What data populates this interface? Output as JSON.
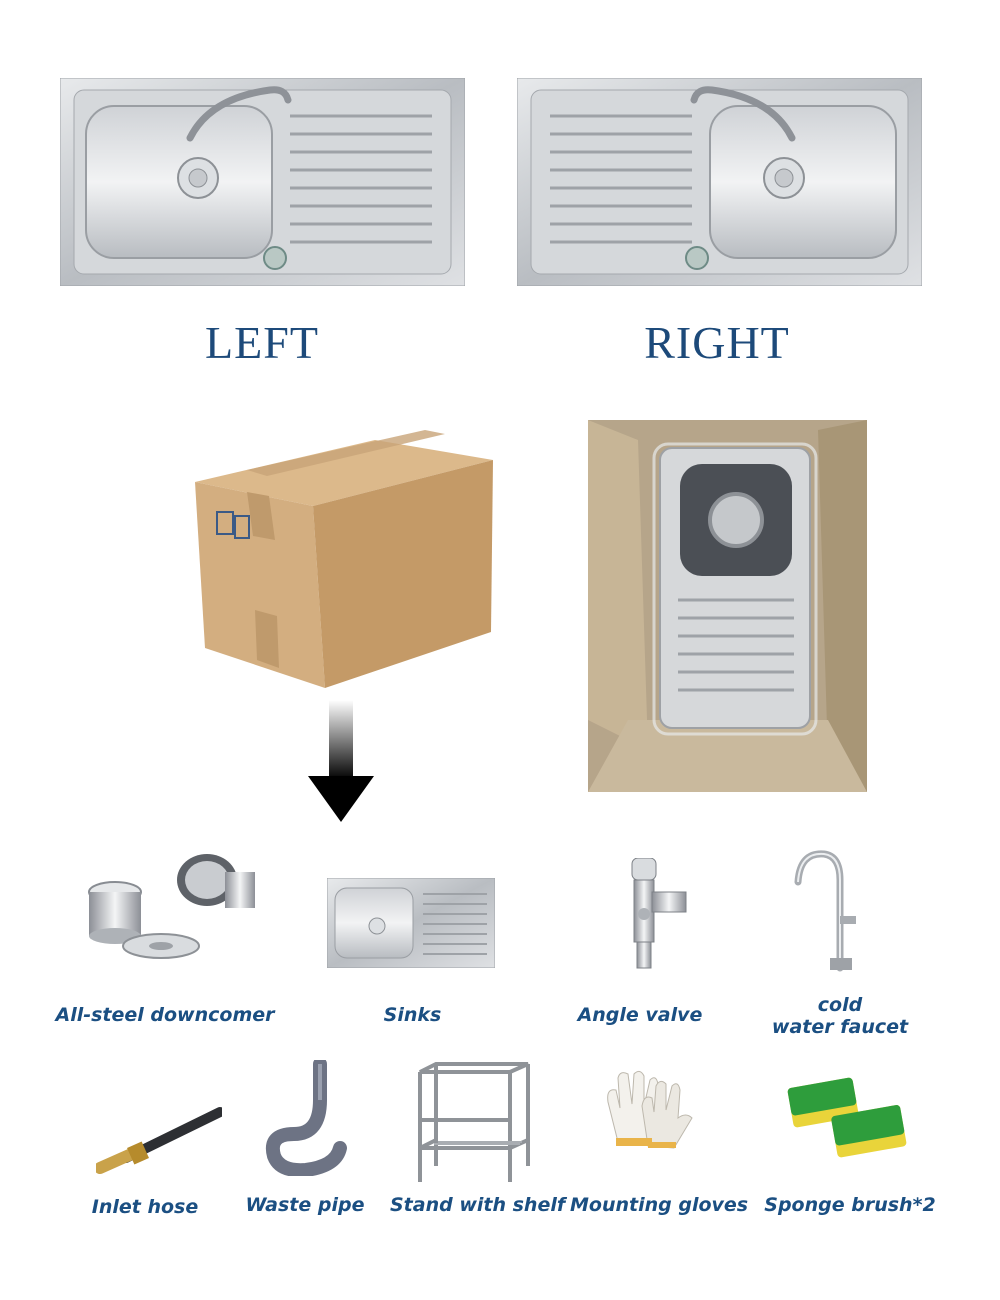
{
  "orientation": {
    "left_label": "LEFT",
    "right_label": "RIGHT"
  },
  "package": {
    "box_icon": "cardboard-box",
    "arrow_icon": "down-arrow",
    "photo_icon": "packed-sink-photo"
  },
  "items": {
    "downcomer": "All-steel downcomer",
    "sinks": "Sinks",
    "angle_valve": "Angle valve",
    "faucet_line1": "cold",
    "faucet_line2": "water faucet",
    "inlet_hose": "Inlet hose",
    "waste_pipe": "Waste pipe",
    "stand": "Stand with shelf",
    "gloves": "Mounting gloves",
    "sponge": "Sponge brush*2"
  },
  "colors": {
    "label_blue": "#1b4f82",
    "cardboard": "#cfa878",
    "steel": "#c9ccd0",
    "sponge_green": "#2e9d3c",
    "sponge_yellow": "#e9d43a"
  }
}
